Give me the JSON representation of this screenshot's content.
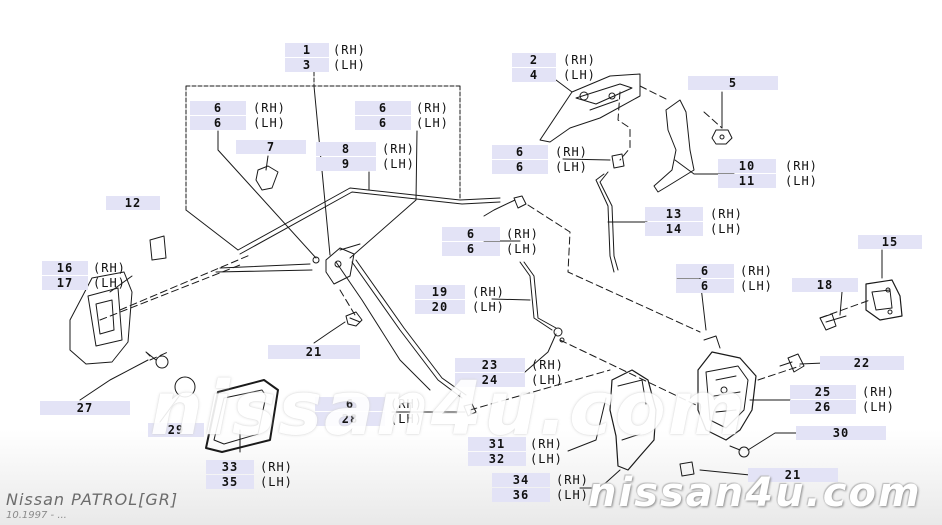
{
  "footer": {
    "title": "Nissan PATROL[GR]",
    "date": "10.1997 - ..."
  },
  "watermark": {
    "center": "nissan4u.com",
    "corner": "nissan4u.com"
  },
  "colors": {
    "label_bg": "#e3e3f6",
    "line": "#1a1a1a"
  },
  "callouts": [
    {
      "id": "c1",
      "nums": [
        "1",
        "3"
      ],
      "sides": [
        "(RH)",
        "(LH)"
      ]
    },
    {
      "id": "c2",
      "nums": [
        "2",
        "4"
      ],
      "sides": [
        "(RH)",
        "(LH)"
      ]
    },
    {
      "id": "c5",
      "nums": [
        "5"
      ],
      "sides": []
    },
    {
      "id": "c6a",
      "nums": [
        "6",
        "6"
      ],
      "sides": [
        "(RH)",
        "(LH)"
      ]
    },
    {
      "id": "c6b",
      "nums": [
        "6",
        "6"
      ],
      "sides": [
        "(RH)",
        "(LH)"
      ]
    },
    {
      "id": "c6c",
      "nums": [
        "6",
        "6"
      ],
      "sides": [
        "(RH)",
        "(LH)"
      ]
    },
    {
      "id": "c7",
      "nums": [
        "7"
      ],
      "sides": []
    },
    {
      "id": "c8",
      "nums": [
        "8",
        "9"
      ],
      "sides": [
        "(RH)",
        "(LH)"
      ]
    },
    {
      "id": "c10",
      "nums": [
        "10",
        "11"
      ],
      "sides": [
        "(RH)",
        "(LH)"
      ]
    },
    {
      "id": "c12",
      "nums": [
        "12"
      ],
      "sides": []
    },
    {
      "id": "c13",
      "nums": [
        "13",
        "14"
      ],
      "sides": [
        "(RH)",
        "(LH)"
      ]
    },
    {
      "id": "c15",
      "nums": [
        "15"
      ],
      "sides": []
    },
    {
      "id": "c6d",
      "nums": [
        "6",
        "6"
      ],
      "sides": [
        "(RH)",
        "(LH)"
      ]
    },
    {
      "id": "c16",
      "nums": [
        "16",
        "17"
      ],
      "sides": [
        "(RH)",
        "(LH)"
      ]
    },
    {
      "id": "c6e",
      "nums": [
        "6",
        "6"
      ],
      "sides": [
        "(RH)",
        "(LH)"
      ]
    },
    {
      "id": "c18",
      "nums": [
        "18"
      ],
      "sides": []
    },
    {
      "id": "c19",
      "nums": [
        "19",
        "20"
      ],
      "sides": [
        "(RH)",
        "(LH)"
      ]
    },
    {
      "id": "c21a",
      "nums": [
        "21"
      ],
      "sides": []
    },
    {
      "id": "c22",
      "nums": [
        "22"
      ],
      "sides": []
    },
    {
      "id": "c23",
      "nums": [
        "23",
        "24"
      ],
      "sides": [
        "(RH)",
        "(LH)"
      ]
    },
    {
      "id": "c25",
      "nums": [
        "25",
        "26"
      ],
      "sides": [
        "(RH)",
        "(LH)"
      ]
    },
    {
      "id": "c27",
      "nums": [
        "27"
      ],
      "sides": []
    },
    {
      "id": "c6f",
      "nums": [
        "6",
        "28"
      ],
      "sides": [
        "(RH)",
        "(LH)"
      ]
    },
    {
      "id": "c29",
      "nums": [
        "29"
      ],
      "sides": []
    },
    {
      "id": "c30",
      "nums": [
        "30"
      ],
      "sides": []
    },
    {
      "id": "c31",
      "nums": [
        "31",
        "32"
      ],
      "sides": [
        "(RH)",
        "(LH)"
      ]
    },
    {
      "id": "c33",
      "nums": [
        "33",
        "35"
      ],
      "sides": [
        "(RH)",
        "(LH)"
      ]
    },
    {
      "id": "c34",
      "nums": [
        "34",
        "36"
      ],
      "sides": [
        "(RH)",
        "(LH)"
      ]
    },
    {
      "id": "c21b",
      "nums": [
        "21"
      ],
      "sides": []
    }
  ]
}
